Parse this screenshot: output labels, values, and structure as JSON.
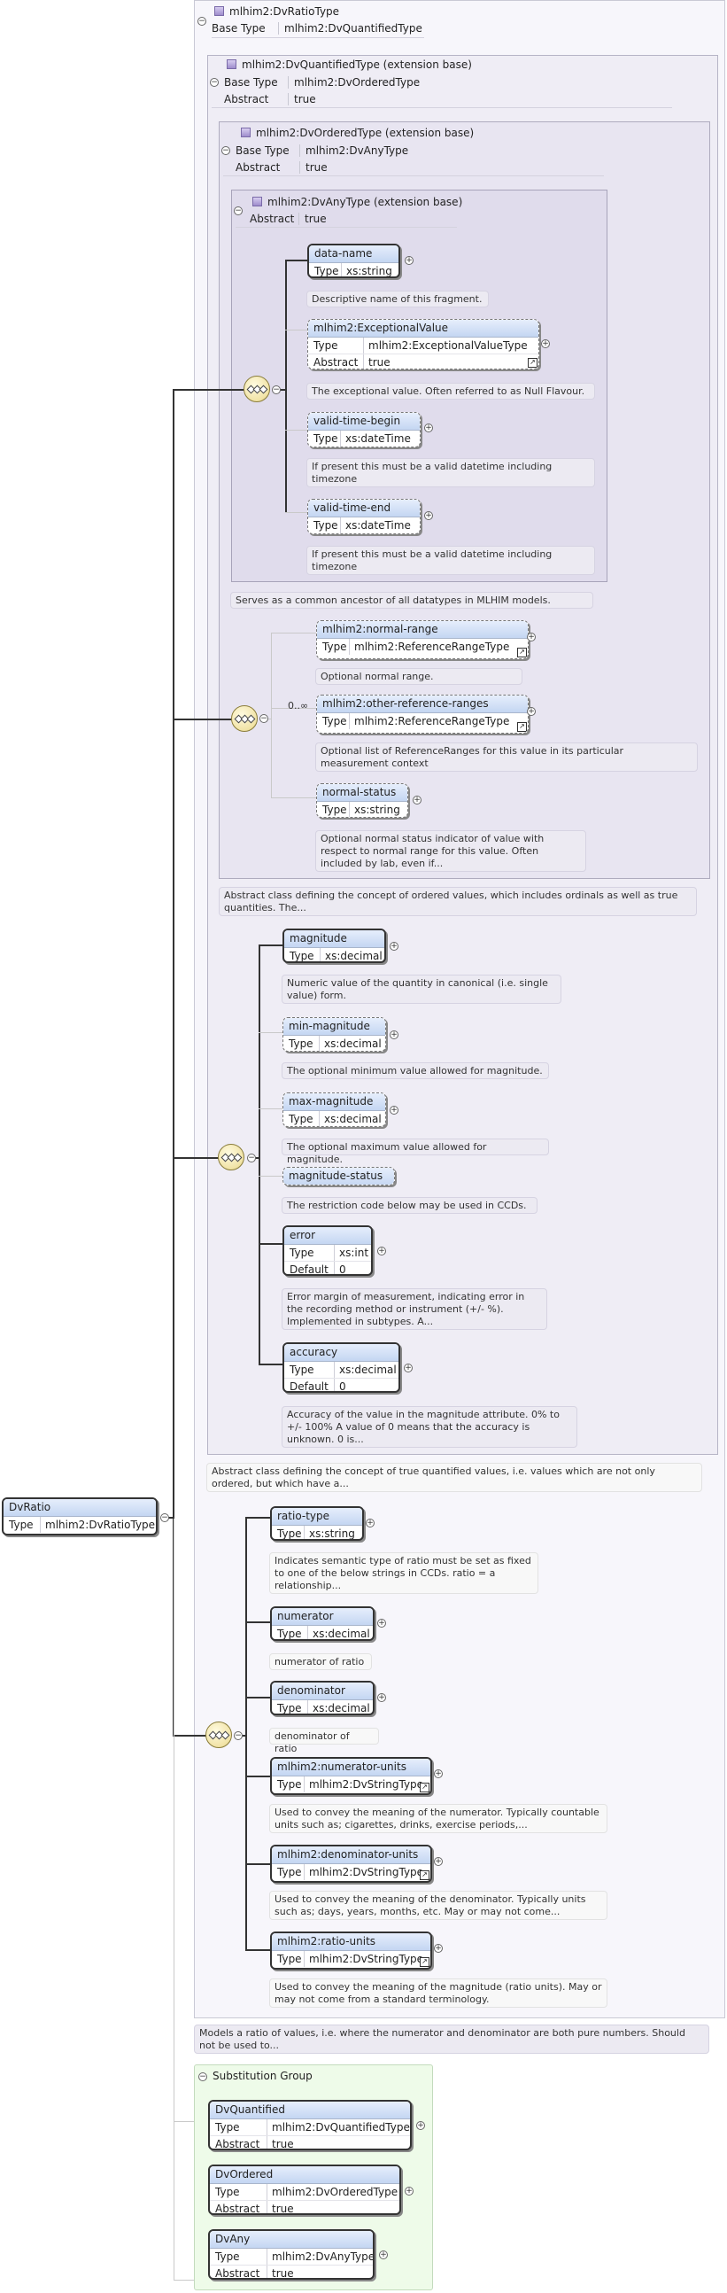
{
  "root": {
    "name": "DvRatio",
    "type_label": "Type",
    "type_value": "mlhim2:DvRatioType"
  },
  "ratio_type": {
    "title": "mlhim2:DvRatioType",
    "base_type_label": "Base Type",
    "base_type_value": "mlhim2:DvQuantifiedType"
  },
  "quantified": {
    "title": "mlhim2:DvQuantifiedType (extension base)",
    "base_type_label": "Base Type",
    "base_type_value": "mlhim2:DvOrderedType",
    "abstract_label": "Abstract",
    "abstract_value": "true"
  },
  "ordered": {
    "title": "mlhim2:DvOrderedType (extension base)",
    "base_type_label": "Base Type",
    "base_type_value": "mlhim2:DvAnyType",
    "abstract_label": "Abstract",
    "abstract_value": "true"
  },
  "any": {
    "title": "mlhim2:DvAnyType (extension base)",
    "abstract_label": "Abstract",
    "abstract_value": "true",
    "elements": [
      {
        "name": "data-name",
        "type_label": "Type",
        "type_value": "xs:string",
        "doc": "Descriptive name of this fragment."
      },
      {
        "name": "mlhim2:ExceptionalValue",
        "type_label": "Type",
        "type_value": "mlhim2:ExceptionalValueType",
        "abstract_label": "Abstract",
        "abstract_value": "true",
        "doc": "The exceptional value. Often referred to as Null Flavour."
      },
      {
        "name": "valid-time-begin",
        "type_label": "Type",
        "type_value": "xs:dateTime",
        "doc": "If present this must be a valid datetime including timezone"
      },
      {
        "name": "valid-time-end",
        "type_label": "Type",
        "type_value": "xs:dateTime",
        "doc": "If present this must be a valid datetime including timezone"
      }
    ],
    "doc": "Serves as a common ancestor of all datatypes in MLHIM models."
  },
  "ordered_elements": {
    "cardinality": "0..∞",
    "items": [
      {
        "name": "mlhim2:normal-range",
        "type_label": "Type",
        "type_value": "mlhim2:ReferenceRangeType",
        "doc": "Optional normal range."
      },
      {
        "name": "mlhim2:other-reference-ranges",
        "type_label": "Type",
        "type_value": "mlhim2:ReferenceRangeType",
        "doc": "Optional list of ReferenceRanges for this value in its particular measurement context"
      },
      {
        "name": "normal-status",
        "type_label": "Type",
        "type_value": "xs:string",
        "doc": "Optional normal status indicator of value with respect to normal range for this value. Often included by lab, even if..."
      }
    ],
    "doc": "Abstract class defining the concept of ordered values, which includes ordinals as well as true quantities. The..."
  },
  "quantified_elements": {
    "items": [
      {
        "name": "magnitude",
        "type_label": "Type",
        "type_value": "xs:decimal",
        "doc": "Numeric value of the quantity in canonical (i.e. single value) form."
      },
      {
        "name": "min-magnitude",
        "type_label": "Type",
        "type_value": "xs:decimal",
        "doc": "The optional minimum value allowed for magnitude."
      },
      {
        "name": "max-magnitude",
        "type_label": "Type",
        "type_value": "xs:decimal",
        "doc": "The optional maximum value allowed for magnitude."
      },
      {
        "name": "magnitude-status",
        "doc": "The restriction code below may be used in CCDs."
      },
      {
        "name": "error",
        "type_label": "Type",
        "type_value": "xs:int",
        "default_label": "Default",
        "default_value": "0",
        "doc": "Error margin of measurement, indicating error in the recording method or instrument (+/- %). Implemented in subtypes. A..."
      },
      {
        "name": "accuracy",
        "type_label": "Type",
        "type_value": "xs:decimal",
        "default_label": "Default",
        "default_value": "0",
        "doc": "Accuracy of the value in the magnitude attribute. 0% to +/- 100% A value of 0 means that the accuracy is unknown. 0 is..."
      }
    ],
    "doc": "Abstract class defining the concept of true quantified values, i.e. values which are not only ordered, but which have a..."
  },
  "ratio_elements": {
    "items": [
      {
        "name": "ratio-type",
        "type_label": "Type",
        "type_value": "xs:string",
        "doc": "Indicates semantic type of ratio must be set as fixed to one of the below strings in CCDs. ratio = a relationship..."
      },
      {
        "name": "numerator",
        "type_label": "Type",
        "type_value": "xs:decimal",
        "doc": "numerator of ratio"
      },
      {
        "name": "denominator",
        "type_label": "Type",
        "type_value": "xs:decimal",
        "doc": "denominator of ratio"
      },
      {
        "name": "mlhim2:numerator-units",
        "type_label": "Type",
        "type_value": "mlhim2:DvStringType",
        "doc": "Used to convey the meaning of the numerator. Typically countable units such as; cigarettes, drinks, exercise periods,..."
      },
      {
        "name": "mlhim2:denominator-units",
        "type_label": "Type",
        "type_value": "mlhim2:DvStringType",
        "doc": "Used to convey the meaning of the denominator. Typically units such as; days, years, months, etc. May or may not come..."
      },
      {
        "name": "mlhim2:ratio-units",
        "type_label": "Type",
        "type_value": "mlhim2:DvStringType",
        "doc": "Used to convey the meaning of the magnitude (ratio units). May or may not come from a standard terminology."
      }
    ]
  },
  "ratio_doc": "Models a ratio of values, i.e. where the numerator and denominator are both pure numbers. Should not be used to...",
  "substitution": {
    "title": "Substitution Group",
    "members": [
      {
        "name": "DvQuantified",
        "type_label": "Type",
        "type_value": "mlhim2:DvQuantifiedType",
        "abstract_label": "Abstract",
        "abstract_value": "true"
      },
      {
        "name": "DvOrdered",
        "type_label": "Type",
        "type_value": "mlhim2:DvOrderedType",
        "abstract_label": "Abstract",
        "abstract_value": "true"
      },
      {
        "name": "DvAny",
        "type_label": "Type",
        "type_value": "mlhim2:DvAnyType",
        "abstract_label": "Abstract",
        "abstract_value": "true"
      }
    ]
  }
}
